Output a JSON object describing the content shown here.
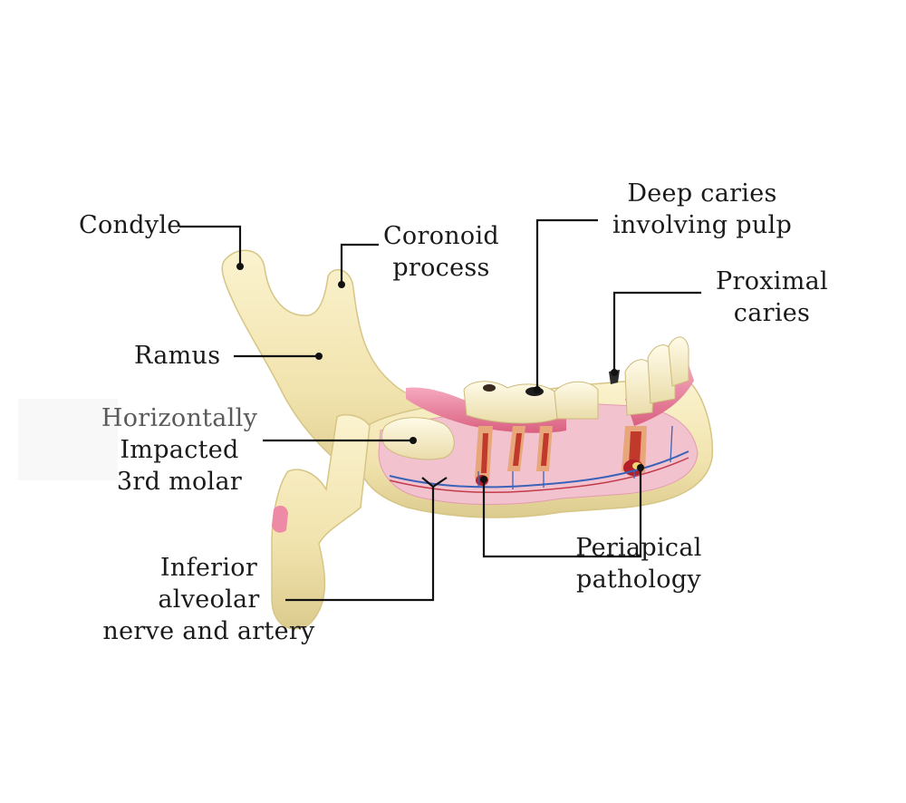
{
  "labels": {
    "condyle": "Condyle",
    "coronoid": [
      "Coronoid",
      "process"
    ],
    "ramus": "Ramus",
    "impacted": [
      "Horizontally",
      "Impacted",
      "3rd molar"
    ],
    "nerve": [
      "Inferior",
      "alveolar",
      "nerve and artery"
    ],
    "deep_caries": [
      "Deep caries",
      "involving pulp"
    ],
    "proximal": [
      "Proximal",
      "caries"
    ],
    "periapical": [
      "Periapical",
      "pathology"
    ]
  },
  "colors": {
    "bone": "#f3e6b4",
    "bone_shadow": "#d9c98c",
    "gum": "#e98aa6",
    "gum_dark": "#d9607f",
    "cut_surface": "#f2c6d2",
    "pulp": "#c0392b",
    "nerve": "#3a63b8",
    "leader": "#111111"
  }
}
